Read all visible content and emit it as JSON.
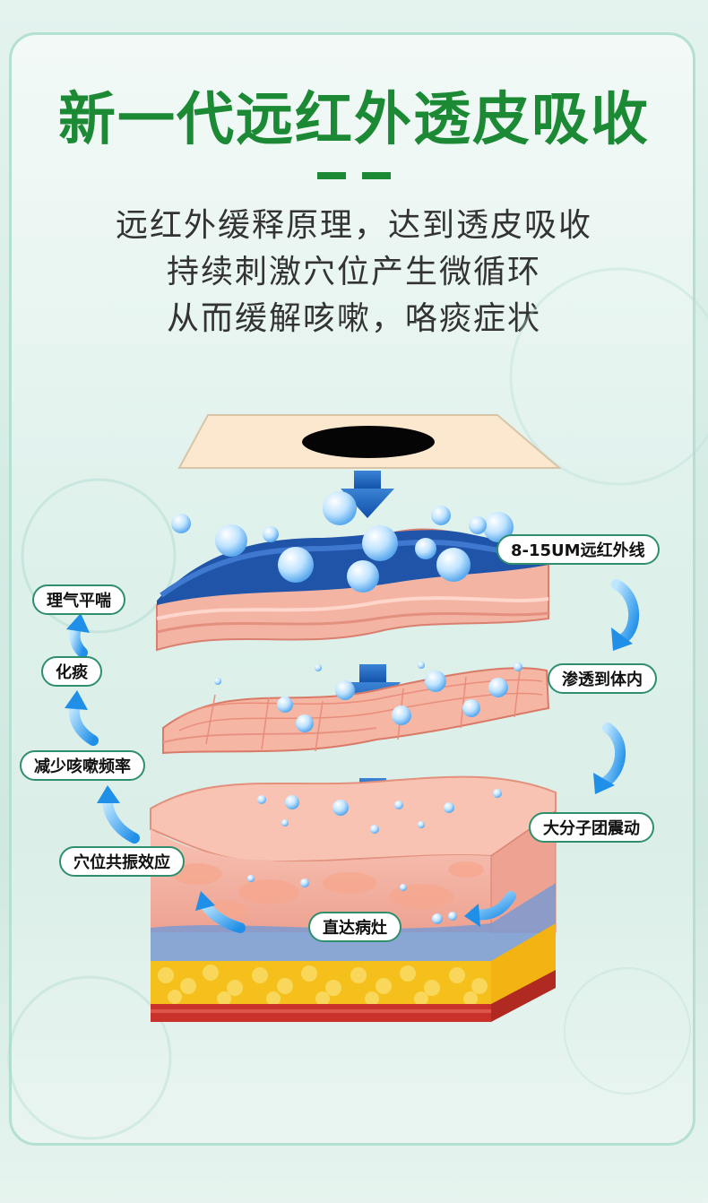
{
  "title": "新一代远红外透皮吸收",
  "subtitle": {
    "line1": "远红外缓释原理，达到透皮吸收",
    "line2": "持续刺激穴位产生微循环",
    "line3": "从而缓解咳嗽，咯痰症状"
  },
  "right_labels": {
    "infrared": "8-15UM远红外线",
    "penetrate": "渗透到体内",
    "vibrate": "大分子团震动",
    "reach": "直达病灶"
  },
  "left_labels": {
    "qi": "理气平喘",
    "phlegm": "化痰",
    "reduce": "减少咳嗽频率",
    "resonance": "穴位共振效应"
  },
  "colors": {
    "title_green": "#1c8a35",
    "arrow_blue": "#1f8fe8",
    "skin_pink": "#f2b0a0",
    "fat_yellow": "#f5c01b"
  }
}
